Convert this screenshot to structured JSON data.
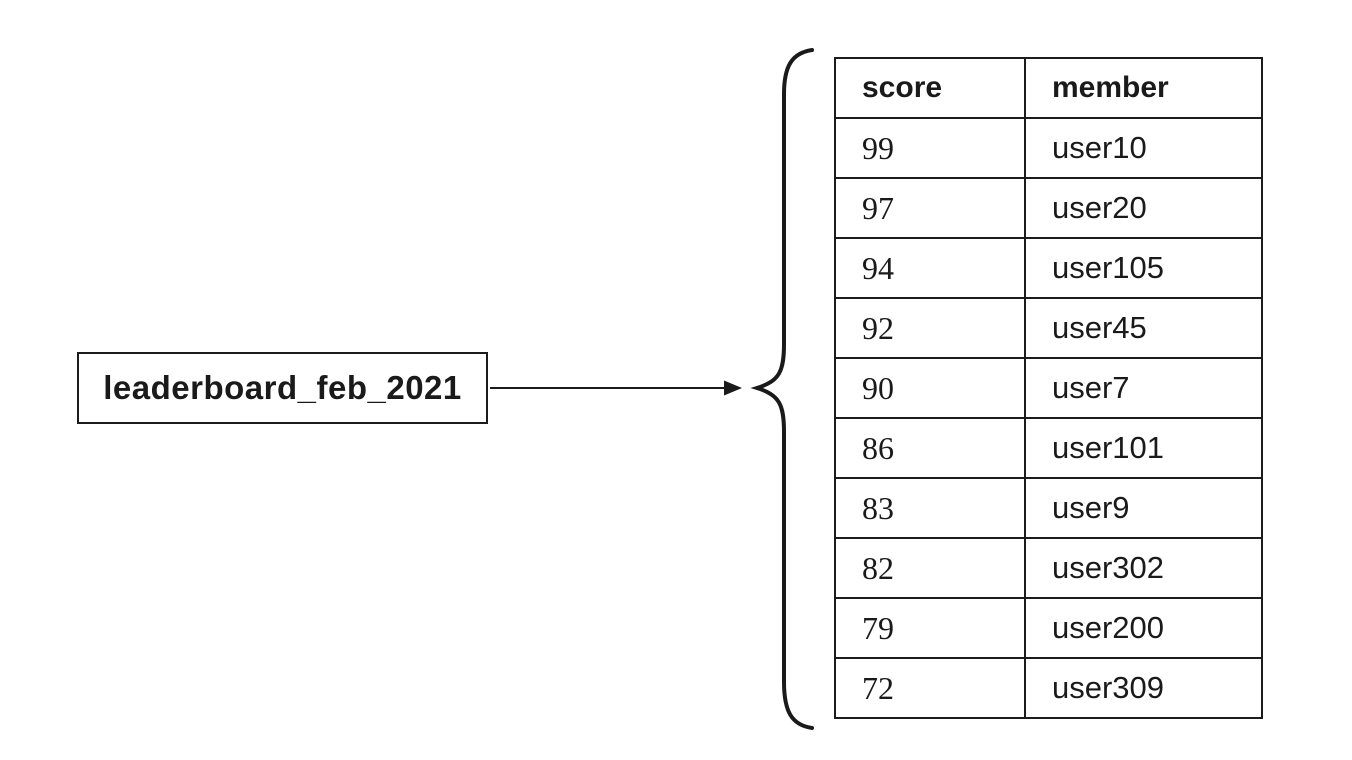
{
  "diagram": {
    "key_box": {
      "label": "leaderboard_feb_2021"
    },
    "connector": {
      "arrow_direction": "right",
      "grouping_symbol": "left-curly-brace"
    }
  },
  "table": {
    "columns": [
      "score",
      "member"
    ],
    "rows": [
      {
        "score": "99",
        "member": "user10"
      },
      {
        "score": "97",
        "member": "user20"
      },
      {
        "score": "94",
        "member": "user105"
      },
      {
        "score": "92",
        "member": "user45"
      },
      {
        "score": "90",
        "member": "user7"
      },
      {
        "score": "86",
        "member": "user101"
      },
      {
        "score": "83",
        "member": "user9"
      },
      {
        "score": "82",
        "member": "user302"
      },
      {
        "score": "79",
        "member": "user200"
      },
      {
        "score": "72",
        "member": "user309"
      }
    ]
  },
  "colors": {
    "background": "#ffffff",
    "line": "#1a1a1a",
    "text": "#1a1a1a"
  }
}
